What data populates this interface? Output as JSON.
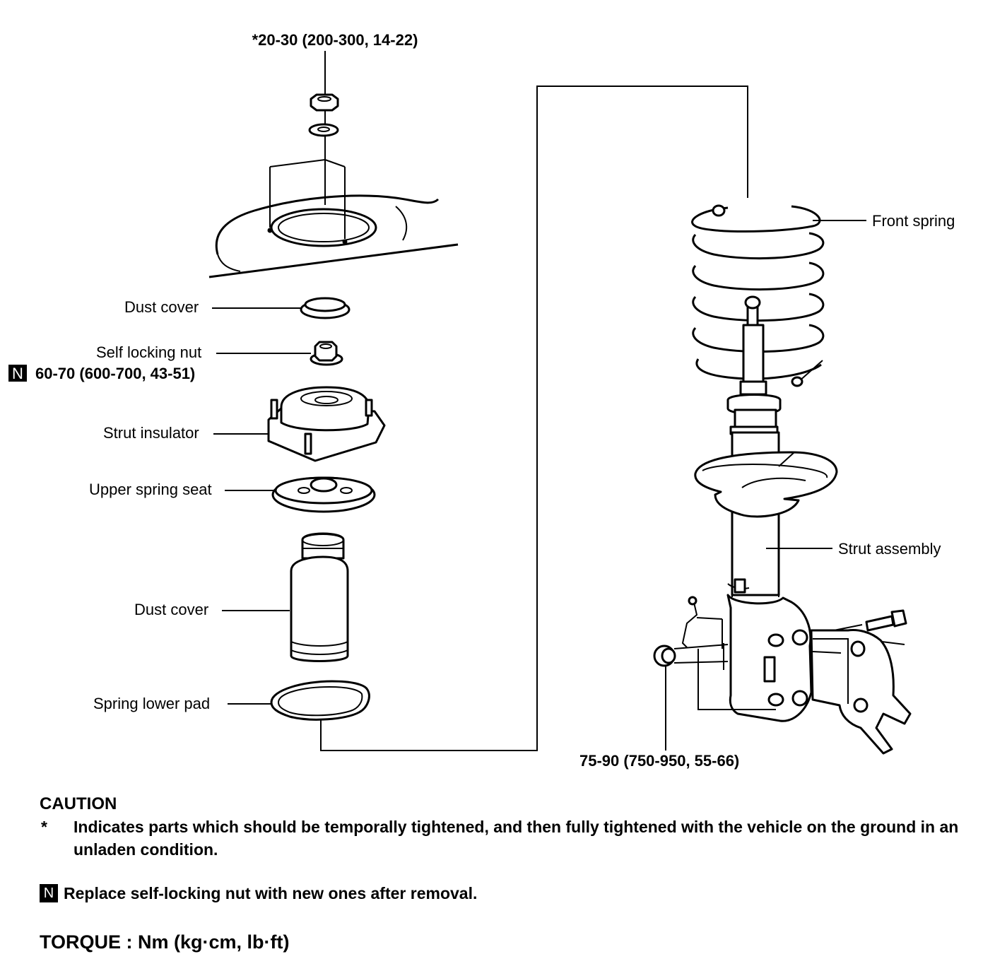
{
  "torque_top": "*20-30 (200-300, 14-22)",
  "torque_nut": "60-70 (600-700, 43-51)",
  "torque_knuckle": "75-90 (750-950, 55-66)",
  "badge_n": "N",
  "labels": {
    "dust_cover_top": "Dust cover",
    "self_locking_nut": "Self locking nut",
    "strut_insulator": "Strut insulator",
    "upper_spring_seat": "Upper spring seat",
    "dust_cover_bottom": "Dust cover",
    "spring_lower_pad": "Spring lower pad",
    "front_spring": "Front spring",
    "strut_assembly": "Strut assembly"
  },
  "notes": {
    "caution_title": "CAUTION",
    "star": "*",
    "caution_text": "Indicates parts which should be temporally tightened, and then fully tightened with the vehicle on the ground in an unladen condition.",
    "n_text": "Replace self-locking nut with new ones after removal.",
    "torque_units": "TORQUE : Nm (kg·cm, lb·ft)"
  }
}
